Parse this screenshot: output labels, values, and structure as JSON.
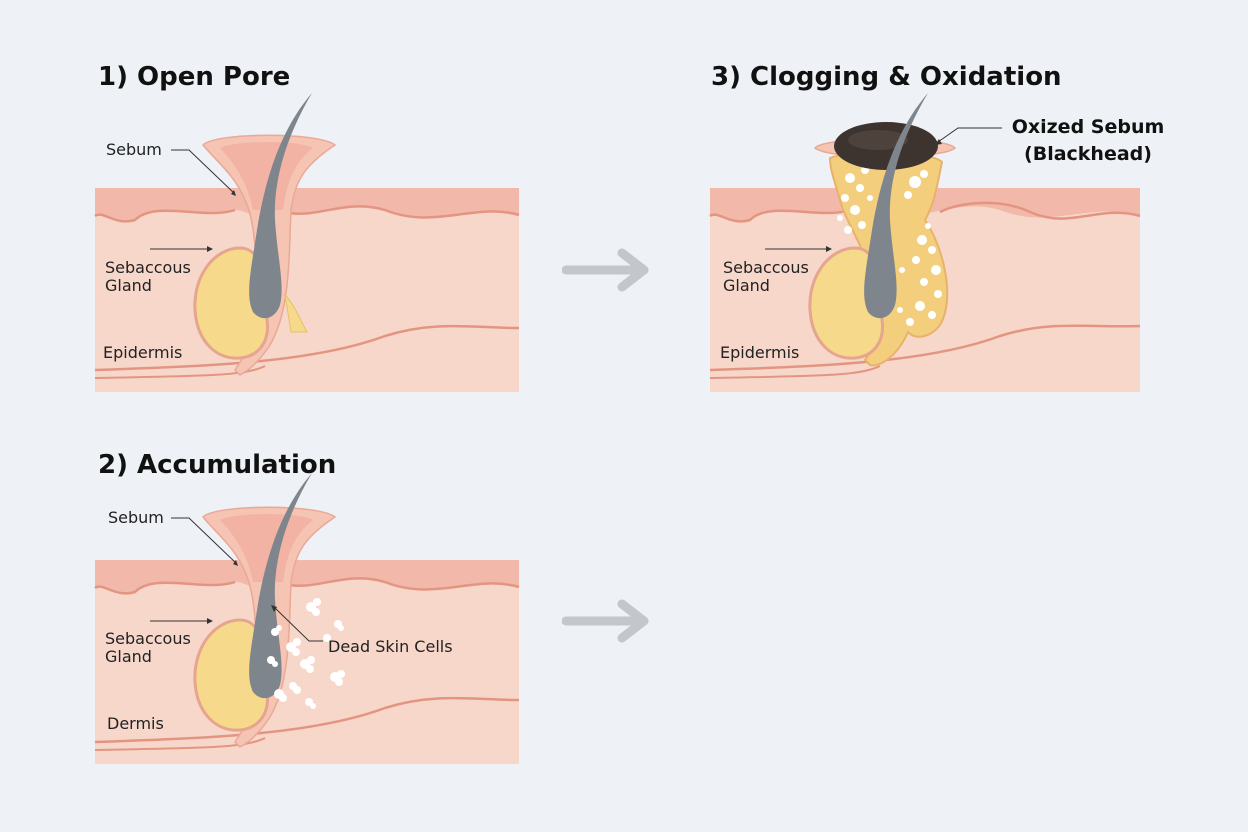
{
  "panels": [
    {
      "title": "1) Open Pore",
      "labels": {
        "sebum": "Sebum",
        "gland_line1": "Sebaccous",
        "gland_line2": "Gland",
        "layer": "Epidermis"
      }
    },
    {
      "title": "2) Accumulation",
      "labels": {
        "sebum": "Sebum",
        "gland_line1": "Sebaccous",
        "gland_line2": "Gland",
        "cells": "Dead Skin Cells",
        "layer": "Dermis"
      }
    },
    {
      "title": "3) Clogging & Oxidation",
      "labels": {
        "gland_line1": "Sebaccous",
        "gland_line2": "Gland",
        "layer": "Epidermis",
        "oxidized_line1": "Oxized Sebum",
        "oxidized_line2": "(Blackhead)"
      }
    }
  ],
  "colors": {
    "skin_light": "#f8d7cb",
    "skin_band": "#f2b9aa",
    "skin_line": "#e39582",
    "sebum_yellow": "#f6d98a",
    "hair": "#7f858c",
    "blackhead": "#3d3430",
    "arrow": "#c3c6cb"
  }
}
